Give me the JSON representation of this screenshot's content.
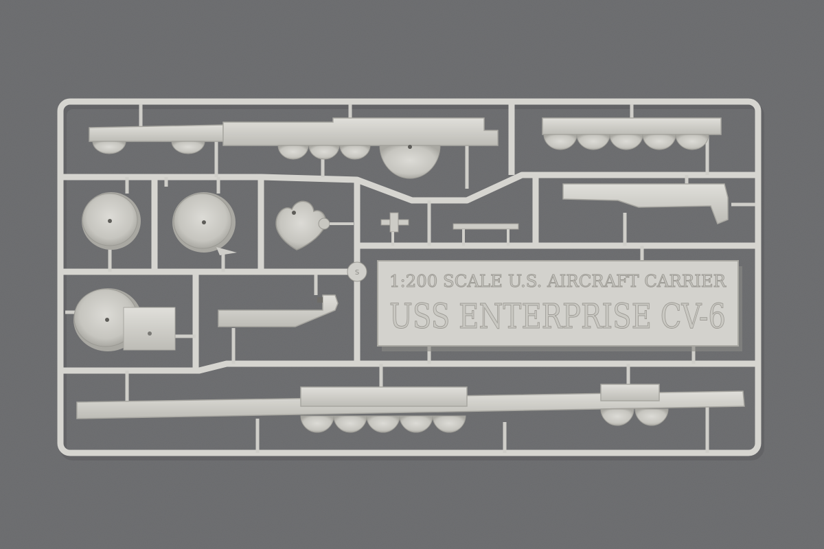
{
  "photo": {
    "subject": "plastic model kit sprue",
    "background_color": "#6f7072",
    "plastic_color": "#d3d2cd",
    "shadow_color": "#8e8d89"
  },
  "nameplate": {
    "line1": "1:200 SCALE U.S. AIRCRAFT CARRIER",
    "line2": "USS ENTERPRISE CV-6"
  }
}
